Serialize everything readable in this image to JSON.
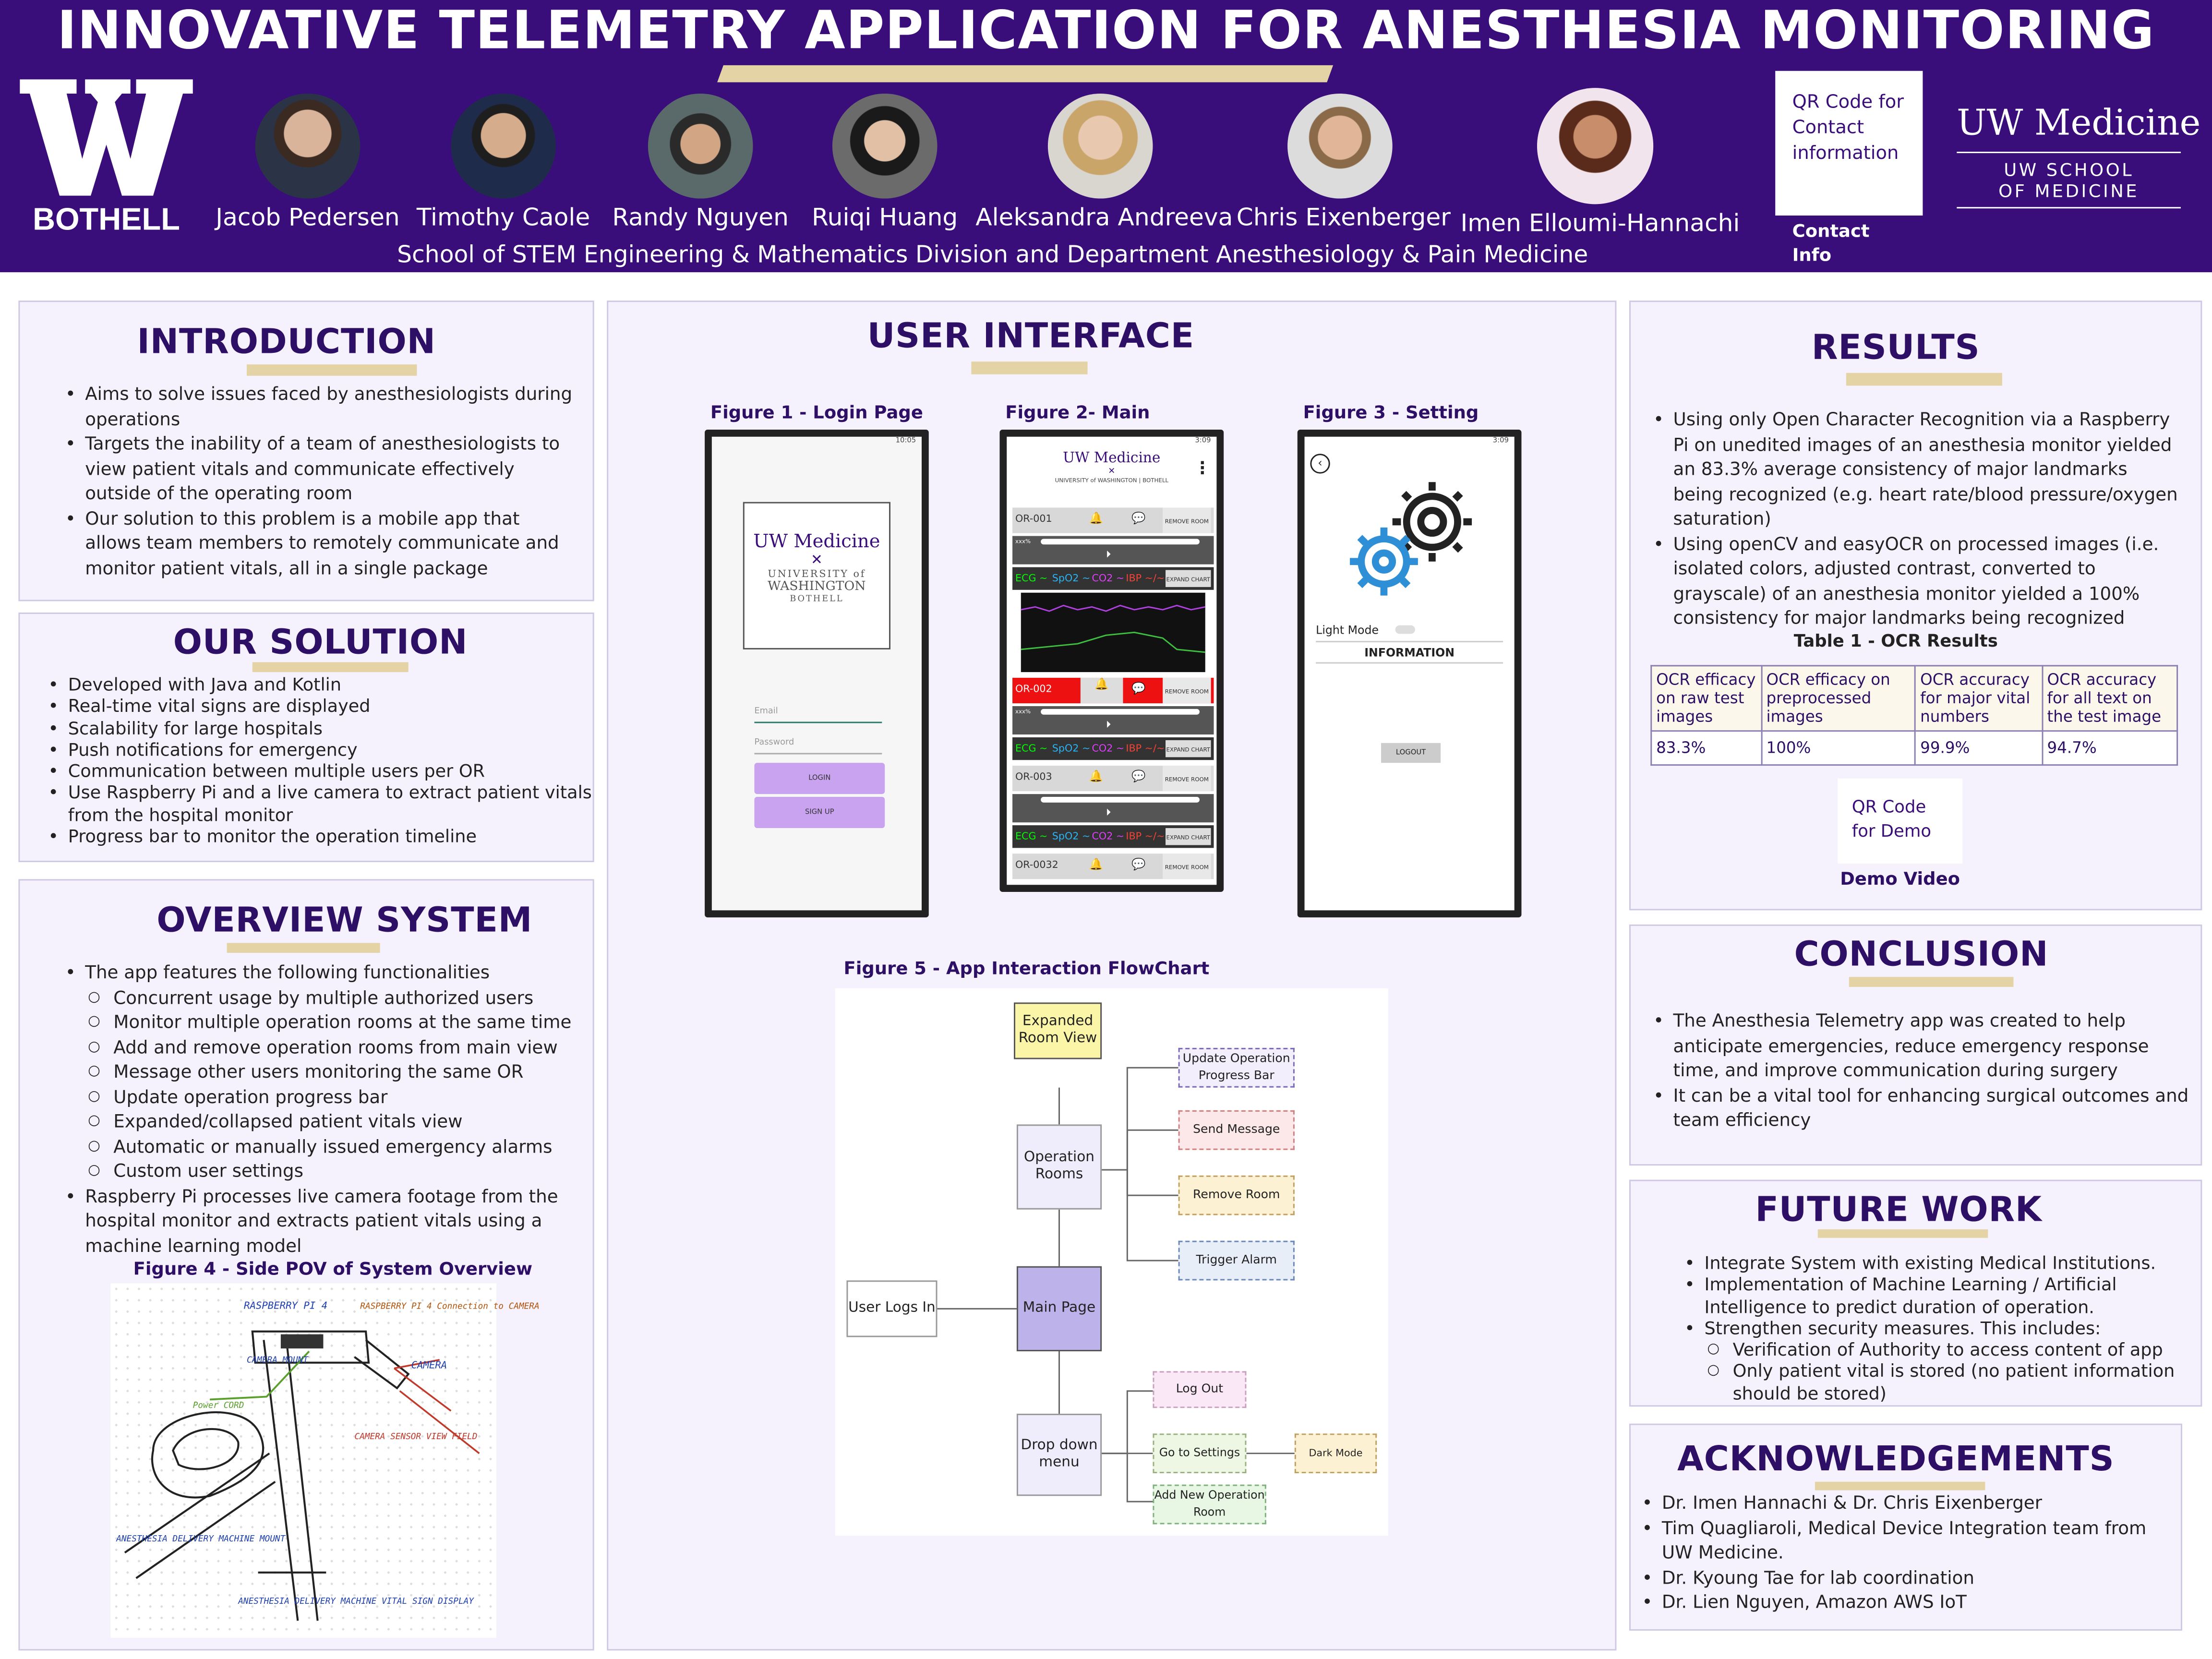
{
  "header": {
    "title": "INNOVATIVE TELEMETRY APPLICATION FOR ANESTHESIA MONITORING",
    "logo_text": "BOTHELL",
    "subtitle": "School of STEM Engineering & Mathematics Division and Department Anesthesiology & Pain Medicine",
    "qr_contact": "QR Code for Contact information",
    "contact_label": "Contact Info",
    "uw_medicine": "UW Medicine",
    "school_line1": "UW SCHOOL",
    "school_line2": "OF MEDICINE",
    "authors": [
      "Jacob Pedersen",
      "Timothy Caole",
      "Randy Nguyen",
      "Ruiqi Huang",
      "Aleksandra Andreeva",
      "Chris Eixenberger",
      "Imen Elloumi-Hannachi"
    ]
  },
  "introduction": {
    "title": "INTRODUCTION",
    "bullets": [
      "Aims to solve issues faced by anesthesiologists during operations",
      "Targets the inability of a team of anesthesiologists to view patient vitals and communicate effectively outside of the operating room",
      "Our solution to this problem is a mobile app that allows team members to remotely communicate and monitor patient vitals, all in a single package"
    ]
  },
  "solution": {
    "title": "OUR SOLUTION",
    "bullets": [
      "Developed with Java and Kotlin",
      "Real-time vital signs are displayed",
      "Scalability for large hospitals",
      "Push notifications for emergency",
      "Communication between multiple users per OR",
      "Use Raspberry Pi and a live camera to extract patient vitals from the hospital monitor",
      "Progress bar to monitor the operation timeline"
    ]
  },
  "overview": {
    "title": "OVERVIEW SYSTEM",
    "intro": "The app features the following functionalities",
    "subs": [
      "Concurrent usage by multiple authorized users",
      "Monitor multiple operation rooms at the same time",
      "Add and remove operation rooms from main view",
      "Message other users monitoring the same OR",
      "Update operation progress bar",
      "Expanded/collapsed patient vitals view",
      "Automatic or manually issued emergency alarms",
      "Custom user settings"
    ],
    "last": "Raspberry Pi processes live camera footage from the hospital monitor and extracts patient vitals using a machine learning model",
    "fig4_caption": "Figure 4 - Side POV of System Overview",
    "sketch_labels": {
      "rpi": "RASPBERRY PI 4",
      "rpi_conn": "RASPBERRY PI 4 Connection to CAMERA",
      "camera_mount": "CAMERA MOUNT",
      "camera": "CAMERA",
      "power": "Power CORD",
      "sensor": "CAMERA SENSOR VIEW FIELD",
      "machine_mount": "ANESTHESIA DELIVERY MACHINE MOUNT",
      "display": "ANESTHESIA DELIVERY MACHINE VITAL SIGN DISPLAY"
    }
  },
  "ui": {
    "title": "USER INTERFACE",
    "fig1": "Figure 1 - Login Page",
    "fig2": "Figure  2-  Main",
    "fig3": "Figure  3 - Setting",
    "fig5": "Figure 5  - App Interaction FlowChart",
    "login": {
      "time": "10:05",
      "uw": "UW Medicine",
      "univ1": "UNIVERSITY of",
      "univ2": "WASHINGTON",
      "univ3": "BOTHELL",
      "email": "Email",
      "password": "Password",
      "login_btn": "LOGIN",
      "signup_btn": "SIGN UP"
    },
    "main": {
      "time": "3:09",
      "uw": "UW Medicine",
      "univ": "UNIVERSITY of WASHINGTON | BOTHELL",
      "remove": "REMOVE ROOM",
      "expand": "EXPAND CHART",
      "pct": "xxx%",
      "rooms": [
        "OR-001",
        "OR-002",
        "OR-003",
        "OR-0032"
      ],
      "vitals": [
        "ECG ~",
        "SpO2 ~",
        "CO2 ~",
        "IBP ~/~"
      ]
    },
    "settings": {
      "time": "3:09",
      "light_mode": "Light Mode",
      "information": "INFORMATION",
      "logout": "LOGOUT"
    },
    "flow": {
      "user": "User Logs In",
      "main": "Main Page",
      "rooms": "Operation Rooms",
      "expanded": "Expanded Room View",
      "progress": "Update Operation Progress Bar",
      "message": "Send Message",
      "remove": "Remove Room",
      "alarm": "Trigger Alarm",
      "dropdown": "Drop down menu",
      "logout": "Log Out",
      "settings": "Go to Settings",
      "dark": "Dark Mode",
      "add": "Add New Operation Room"
    }
  },
  "results": {
    "title": "RESULTS",
    "bullets": [
      "Using only Open Character Recognition via a Raspberry Pi on unedited images of an anesthesia monitor yielded an 83.3% average consistency of major landmarks being recognized (e.g. heart rate/blood pressure/oxygen saturation)",
      "Using openCV and easyOCR on processed images (i.e. isolated colors, adjusted contrast, converted to grayscale) of an anesthesia monitor yielded a 100% consistency for major landmarks being recognized"
    ],
    "table_title": "Table 1 - OCR Results",
    "table_headers": [
      "OCR efficacy on raw test images",
      "OCR efficacy on preprocessed images",
      "OCR accuracy for major vital numbers",
      "OCR accuracy for all text on the test image"
    ],
    "table_values": [
      "83.3%",
      "100%",
      "99.9%",
      "94.7%"
    ],
    "qr_demo": "QR Code for Demo",
    "demo_label": "Demo Video"
  },
  "conclusion": {
    "title": "CONCLUSION",
    "bullets": [
      "The Anesthesia Telemetry app was created to help anticipate emergencies, reduce emergency response time, and improve communication during surgery",
      "It can be a vital tool for enhancing surgical outcomes and team efficiency"
    ]
  },
  "future": {
    "title": "FUTURE WORK",
    "b1": "Integrate System with existing Medical Institutions.",
    "b2": "Implementation of Machine Learning / Artificial Intelligence to predict duration of operation.",
    "b3": "Strengthen security measures. This includes:",
    "s1": "Verification of Authority to access content of app",
    "s2": "Only patient vital is stored (no patient information should be stored)"
  },
  "ack": {
    "title": "ACKNOWLEDGEMENTS",
    "bullets": [
      "Dr. Imen Hannachi & Dr. Chris Eixenberger",
      "Tim Quagliaroli, Medical Device Integration team from UW Medicine.",
      "Dr. Kyoung Tae for lab coordination",
      "Dr. Lien Nguyen, Amazon AWS IoT"
    ]
  },
  "colors": {
    "purple": "#3a0e7a",
    "gold": "#e3d3a5",
    "panel": "#f5f2fd"
  }
}
